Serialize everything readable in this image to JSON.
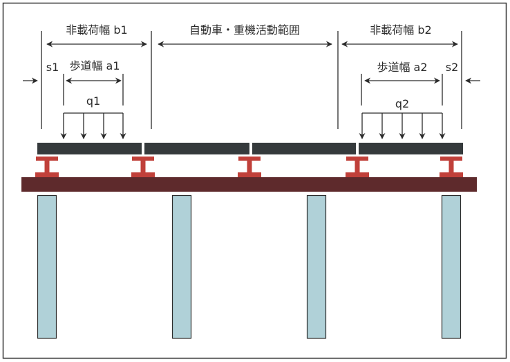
{
  "labels": {
    "b1": "非載荷幅 b1",
    "center": "自動車・重機活動範囲",
    "b2": "非載荷幅 b2",
    "s1": "s1",
    "a1": "歩道幅 a1",
    "q1": "q1",
    "s2": "s2",
    "a2": "歩道幅 a2",
    "q2": "q2"
  },
  "structure": {
    "deck_segments": 4,
    "girders": 5,
    "piers": 4,
    "q1_load_arrows": 4,
    "q2_load_arrows": 5
  },
  "colors": {
    "deck": "#353a3c",
    "girder": "#c0403a",
    "cap_beam": "#5e2a2c",
    "pier": "#b0d1d8",
    "line": "#2b2b2b",
    "frame": "#333333"
  }
}
